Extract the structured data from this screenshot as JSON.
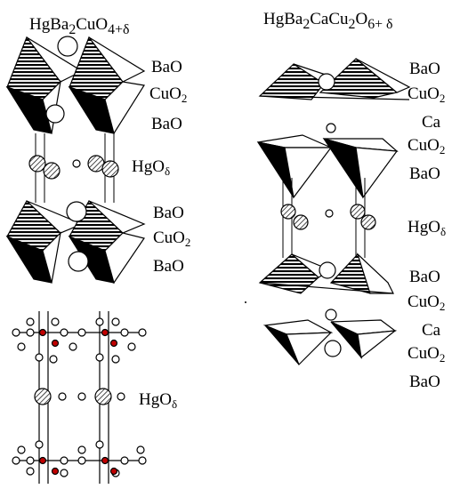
{
  "left_structure": {
    "formula": {
      "base": "HgBa",
      "s1": "2",
      "mid": "CuO",
      "s2": "4+δ"
    },
    "layers_top": [
      "BaO",
      "CuO",
      "BaO"
    ],
    "hg_layer": {
      "text": "HgO",
      "sub": "δ"
    },
    "layers_bottom": [
      "BaO",
      "CuO",
      "BaO"
    ],
    "cuo2_sub": "2"
  },
  "right_structure": {
    "formula": {
      "base": "HgBa",
      "s1": "2",
      "mid": "CaCu",
      "s2": "2",
      "end": "O",
      "s3": "6+ δ"
    },
    "layers_top": [
      "BaO",
      "CuO",
      "Ca",
      "CuO",
      "BaO"
    ],
    "hg_layer": {
      "text": "HgO",
      "sub": "δ"
    },
    "layers_bottom": [
      "BaO",
      "CuO",
      "Ca",
      "CuO",
      "BaO"
    ],
    "cuo2_sub": "2"
  },
  "hg_plane_view": {
    "label": {
      "text": "HgO",
      "sub": "δ"
    }
  },
  "colors": {
    "line": "#000000",
    "red_atom": "#c00000",
    "hatch": "#000000"
  }
}
